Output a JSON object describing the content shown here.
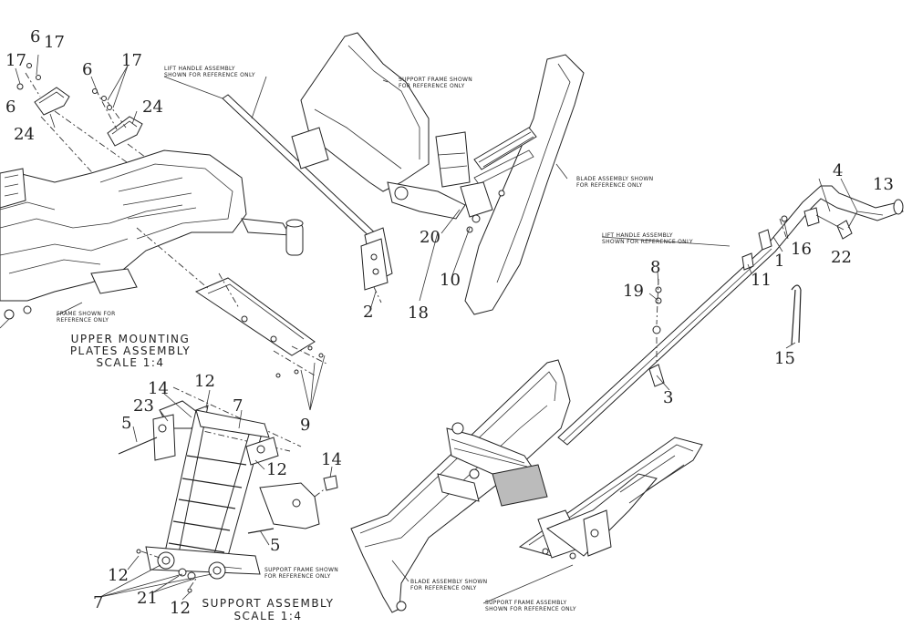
{
  "captions": {
    "upper_line1": "UPPER MOUNTING",
    "upper_line2": "PLATES ASSEMBLY",
    "upper_line3": "SCALE 1:4",
    "support_line1": "SUPPORT ASSEMBLY",
    "support_line2": "SCALE 1:4"
  },
  "notes": {
    "lift_handle_top_1": "LIFT HANDLE ASSEMBLY",
    "lift_handle_top_2": "SHOWN FOR REFERENCE ONLY",
    "support_frame_top_1": "SUPPORT FRAME SHOWN",
    "support_frame_top_2": "FOR REFERENCE ONLY",
    "blade_top_1": "BLADE ASSEMBLY SHOWN",
    "blade_top_2": "FOR REFERENCE ONLY",
    "lift_handle_right_1": "LIFT HANDLE ASSEMBLY",
    "lift_handle_right_2": "SHOWN FOR REFERENCE ONLY",
    "frame_left_1": "FRAME SHOWN FOR",
    "frame_left_2": "REFERENCE ONLY",
    "support_frame_low_1": "SUPPORT FRAME SHOWN",
    "support_frame_low_2": "FOR REFERENCE ONLY",
    "blade_low_1": "BLADE ASSEMBLY SHOWN",
    "blade_low_2": "FOR REFERENCE ONLY",
    "support_frame_asm_1": "SUPPORT FRAME ASSEMBLY",
    "support_frame_asm_2": "SHOWN FOR REFERENCE ONLY"
  },
  "callouts": {
    "c6a": "6",
    "c17a": "17",
    "c17b": "17",
    "c6b": "6",
    "c6c": "6",
    "c17c": "17",
    "c24a": "24",
    "c24b": "24",
    "c2": "2",
    "c18": "18",
    "c20": "20",
    "c10": "10",
    "c4": "4",
    "c13": "13",
    "c1": "1",
    "c16": "16",
    "c11": "11",
    "c22": "22",
    "c8": "8",
    "c19": "19",
    "c15": "15",
    "c3": "3",
    "c9": "9",
    "c12a": "12",
    "c14a": "14",
    "c23": "23",
    "c7a": "7",
    "c5a": "5",
    "c12b": "12",
    "c14b": "14",
    "c5b": "5",
    "c12c": "12",
    "c7b": "7",
    "c21": "21",
    "c12d": "12"
  }
}
